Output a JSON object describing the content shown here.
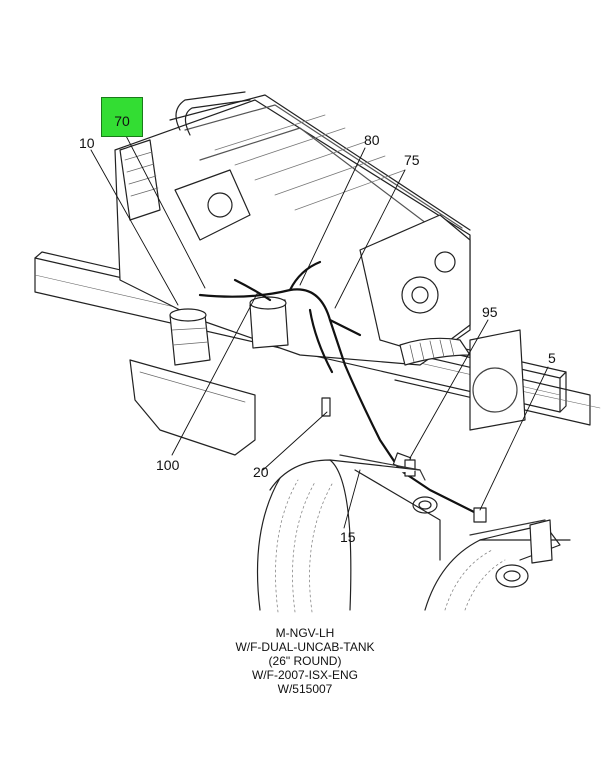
{
  "callouts": {
    "c70": "70",
    "c10": "10",
    "c80": "80",
    "c75": "75",
    "c95": "95",
    "c5": "5",
    "c100": "100",
    "c20": "20",
    "c15": "15"
  },
  "highlight_color": "#33dd33",
  "caption": {
    "line1": "M-NGV-LH",
    "line2": "W/F-DUAL-UNCAB-TANK",
    "line3": "(26\" ROUND)",
    "line4": "W/F-2007-ISX-ENG",
    "line5": "W/515007"
  }
}
